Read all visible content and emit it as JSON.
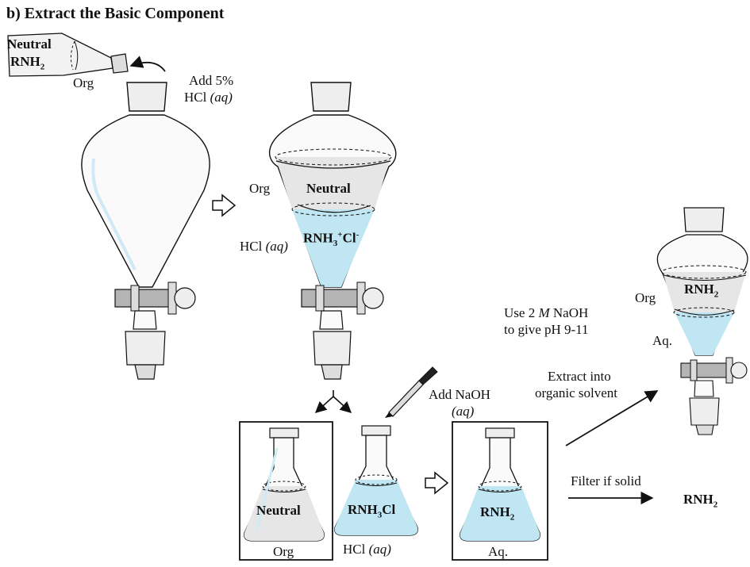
{
  "title": "b) Extract the Basic Component",
  "flask_top": {
    "neutral": "Neutral",
    "compound": "RNH",
    "compound_sub": "2",
    "layer": "Org"
  },
  "add_hcl": {
    "line1": "Add 5%",
    "line2_main": "HCl ",
    "line2_italic": "(aq)"
  },
  "funnel2": {
    "org": "Org",
    "neutral": "Neutral",
    "salt_main": "RNH",
    "salt_sub": "3",
    "salt_sup": "+",
    "salt_anion": "Cl",
    "salt_anion_sup": "-",
    "aq_main": "HCl ",
    "aq_italic": "(aq)"
  },
  "naoh_note": {
    "line1_pre": "Use 2 ",
    "line1_italic": "M",
    "line1_post": " NaOH",
    "line2": "to give pH 9-11"
  },
  "funnel3": {
    "org": "Org",
    "aq": "Aq.",
    "product_main": "RNH",
    "product_sub": "2"
  },
  "extract_note": {
    "line1": "Extract into",
    "line2": "organic solvent"
  },
  "add_naoh": {
    "line1": "Add NaOH",
    "line2": "(aq)"
  },
  "flask_org": {
    "content": "Neutral",
    "label": "Org"
  },
  "flask_salt": {
    "content_main": "RNH",
    "content_sub": "3",
    "content_tail": "Cl",
    "label_main": "HCl ",
    "label_italic": "(aq)"
  },
  "flask_aq": {
    "content_main": "RNH",
    "content_sub": "2",
    "label": "Aq."
  },
  "filter_note": "Filter if solid",
  "final_product": {
    "main": "RNH",
    "sub": "2"
  },
  "colors": {
    "aqueous": "#bfe6f2",
    "organic": "#e6e6e6",
    "glass_highlight": "#cfe9f5",
    "outline": "#111111",
    "stopcock": "#b4b4b4"
  }
}
